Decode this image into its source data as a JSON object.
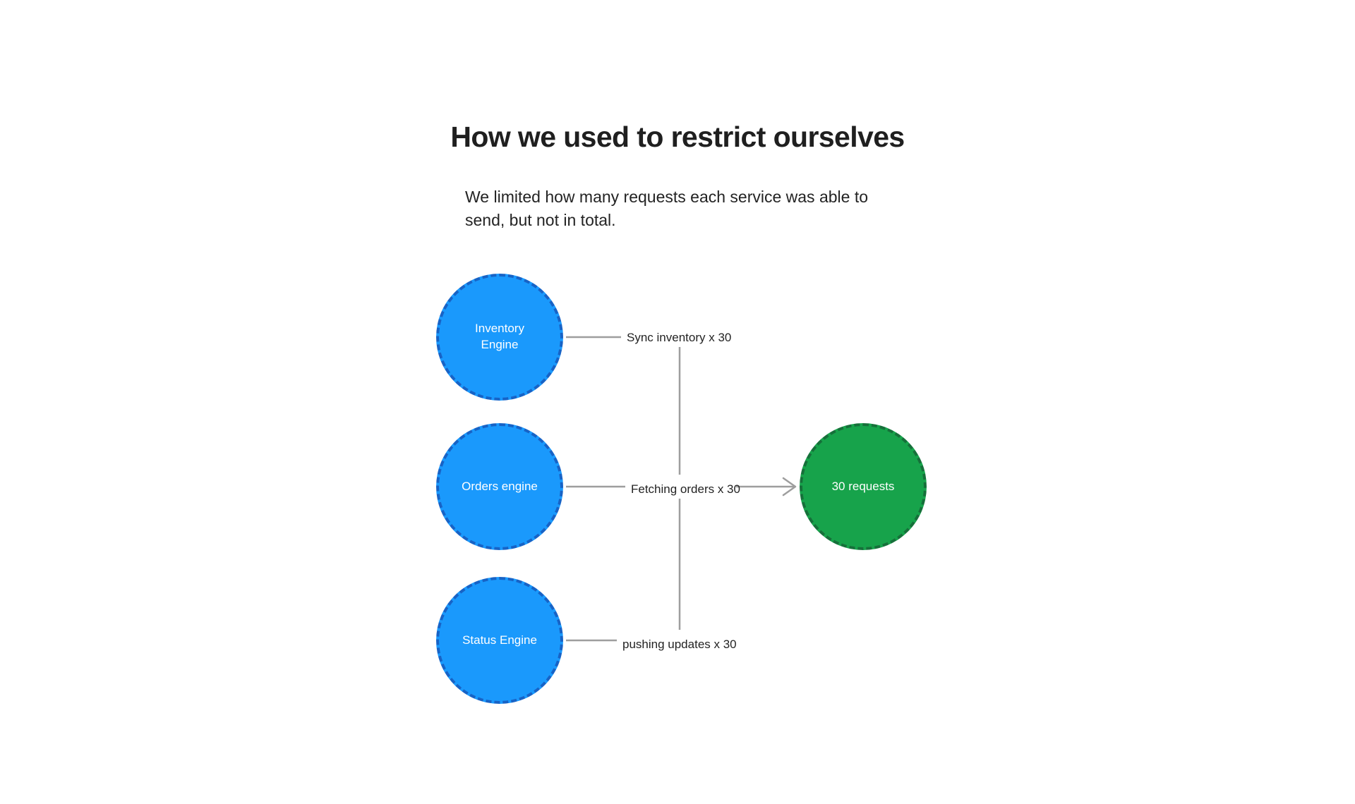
{
  "header": {
    "title": "How we used to restrict ourselves",
    "subtitle": "We limited how many requests each service was able to send, but not in total."
  },
  "diagram": {
    "type": "node-edge-diagram",
    "nodes": [
      {
        "id": "inventory-engine",
        "label": "Inventory\nEngine",
        "label_line1": "Inventory",
        "label_line2": "Engine",
        "shape": "circle",
        "fill": "#1a99fc",
        "border": "#1763c6",
        "border_style": "dashed",
        "text_color": "#ffffff",
        "role": "source"
      },
      {
        "id": "orders-engine",
        "label": "Orders engine",
        "shape": "circle",
        "fill": "#1a99fc",
        "border": "#1763c6",
        "border_style": "dashed",
        "text_color": "#ffffff",
        "role": "source"
      },
      {
        "id": "status-engine",
        "label": "Status Engine",
        "shape": "circle",
        "fill": "#1a99fc",
        "border": "#1763c6",
        "border_style": "dashed",
        "text_color": "#ffffff",
        "role": "source"
      },
      {
        "id": "requests-total",
        "label": "30 requests",
        "shape": "circle",
        "fill": "#17a34b",
        "border": "#16703a",
        "border_style": "dashed",
        "text_color": "#ffffff",
        "role": "target"
      }
    ],
    "edges": [
      {
        "id": "edge-inventory",
        "from": "inventory-engine",
        "to": "requests-total",
        "label": "Sync inventory x 30",
        "color": "#9e9e9e",
        "arrow": false
      },
      {
        "id": "edge-orders",
        "from": "orders-engine",
        "to": "requests-total",
        "label": "Fetching orders x 30",
        "color": "#9e9e9e",
        "arrow": true
      },
      {
        "id": "edge-status",
        "from": "status-engine",
        "to": "requests-total",
        "label": "pushing updates x 30",
        "color": "#9e9e9e",
        "arrow": false
      }
    ],
    "connector_color": "#9e9e9e"
  }
}
